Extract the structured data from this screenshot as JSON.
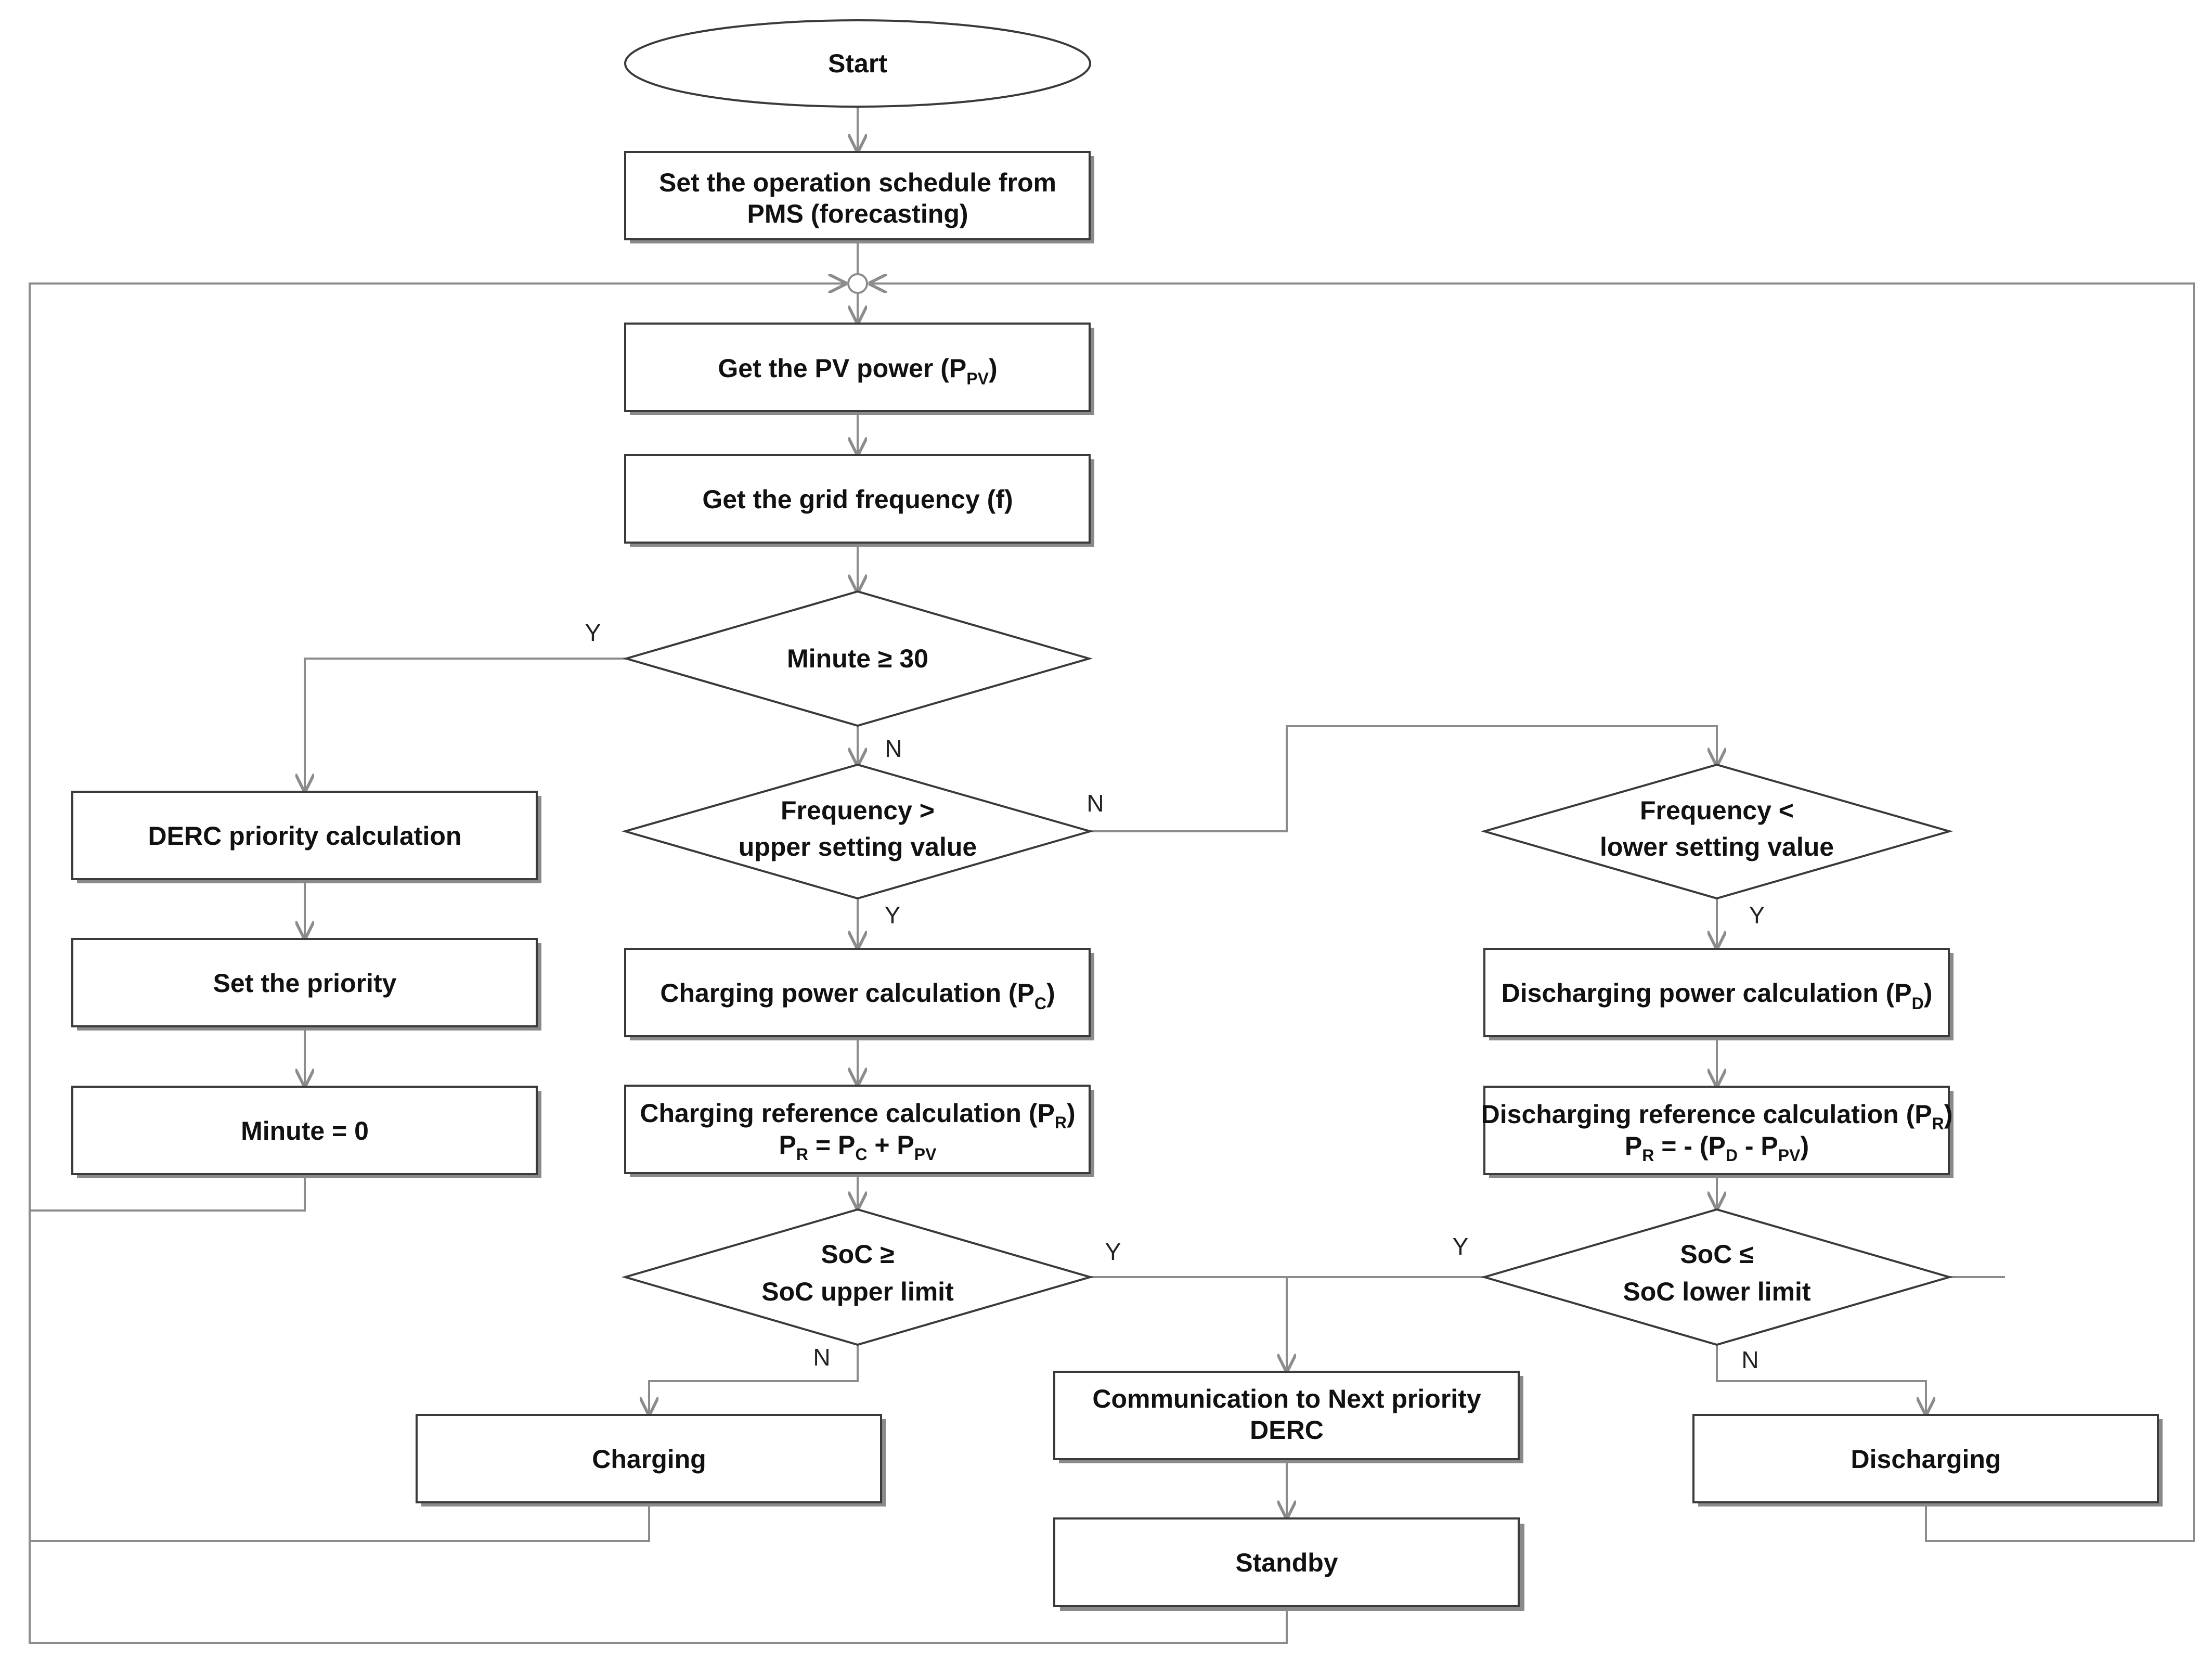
{
  "nodes": {
    "start": "Start",
    "schedule": [
      "Set the operation schedule from",
      "PMS (forecasting)"
    ],
    "pv": {
      "text": "Get the PV power (P",
      "sub": "PV",
      "tail": ")"
    },
    "freq": "Get the grid frequency (f)",
    "minute_check": "Minute ≥ 30",
    "derc_priority": "DERC priority calculation",
    "set_priority": "Set the priority",
    "minute_reset": "Minute = 0",
    "freq_upper": [
      "Frequency >",
      "upper setting value"
    ],
    "freq_lower": [
      "Frequency <",
      "lower setting value"
    ],
    "charge_power": {
      "text": "Charging power calculation (P",
      "sub": "C",
      "tail": ")"
    },
    "discharge_power": {
      "text": "Discharging power calculation (P",
      "sub": "D",
      "tail": ")"
    },
    "charge_ref": {
      "line1": "Charging reference calculation (P",
      "line1_sub": "R",
      "line1_tail": ")"
    },
    "discharge_ref": {
      "line1": "Discharging reference calculation (P",
      "line1_sub": "R",
      "line1_tail": ")"
    },
    "soc_upper": [
      "SoC ≥",
      "SoC upper limit"
    ],
    "soc_lower": [
      "SoC ≤",
      "SoC lower limit"
    ],
    "communication": [
      "Communication to Next priority",
      "DERC"
    ],
    "charging": "Charging",
    "discharging": "Discharging",
    "standby": "Standby"
  },
  "labels": {
    "yes": "Y",
    "no": "N"
  }
}
